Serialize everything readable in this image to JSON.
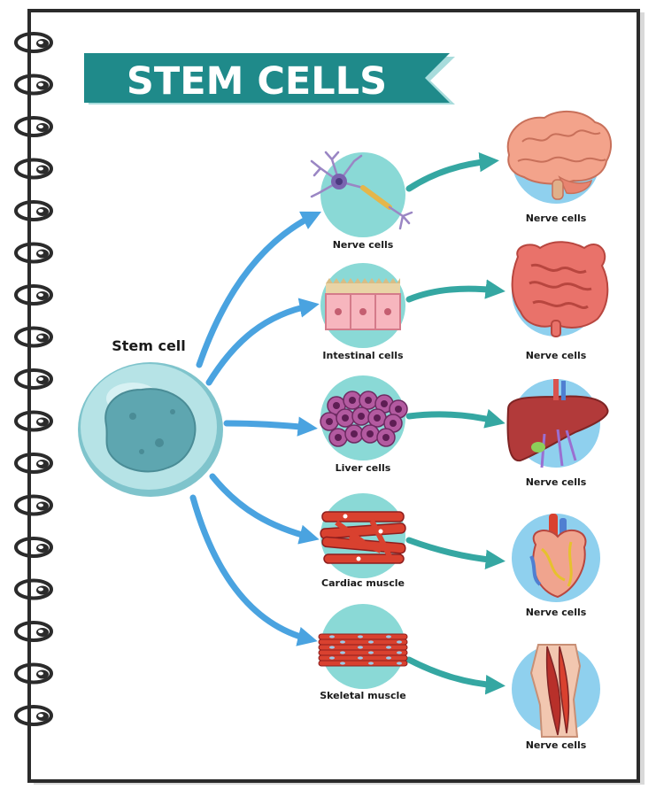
{
  "title": "STEM CELLS",
  "stem_label": "Stem cell",
  "colors": {
    "banner": "#1f8a8a",
    "banner_light": "#a8dcdc",
    "circle_cell": "#8ad9d6",
    "circle_organ": "#8fd0ee",
    "arrow_blue": "#4aa3e0",
    "arrow_teal": "#35a7a2",
    "stem_outer": "#9ed3d8",
    "stem_nucleus": "#5ea6b0"
  },
  "rows": [
    {
      "cell_label": "Nerve cells",
      "organ_label": "Nerve cells",
      "cell_icon": "neuron-icon",
      "organ_icon": "brain-icon"
    },
    {
      "cell_label": "Intestinal cells",
      "organ_label": "Nerve cells",
      "cell_icon": "intestinal-cells-icon",
      "organ_icon": "intestine-icon"
    },
    {
      "cell_label": "Liver cells",
      "organ_label": "Nerve cells",
      "cell_icon": "liver-cells-icon",
      "organ_icon": "liver-icon"
    },
    {
      "cell_label": "Cardiac muscle",
      "organ_label": "Nerve cells",
      "cell_icon": "cardiac-muscle-icon",
      "organ_icon": "heart-icon"
    },
    {
      "cell_label": "Skeletal muscle",
      "organ_label": "Nerve cells",
      "cell_icon": "skeletal-muscle-icon",
      "organ_icon": "muscle-leg-icon"
    }
  ]
}
